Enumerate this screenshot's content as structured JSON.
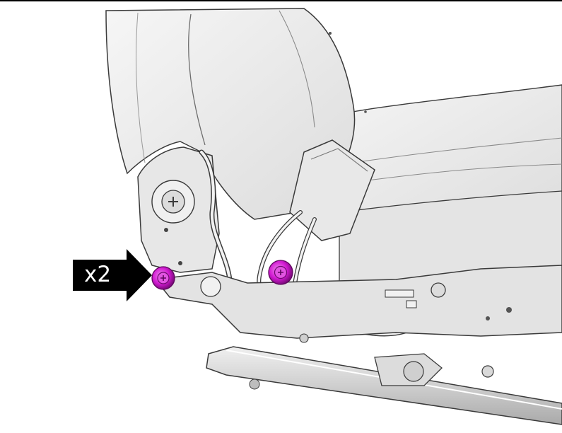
{
  "callout": {
    "label": "x2",
    "arrow_color": "#000000",
    "text_color": "#ffffff"
  },
  "highlight_color": "#d21ad2",
  "part_fill": "#ededed",
  "part_stroke": "#3a3a3a",
  "fasteners": [
    {
      "name": "bolt-front",
      "color": "#d21ad2"
    },
    {
      "name": "bolt-rear",
      "color": "#d21ad2"
    }
  ]
}
